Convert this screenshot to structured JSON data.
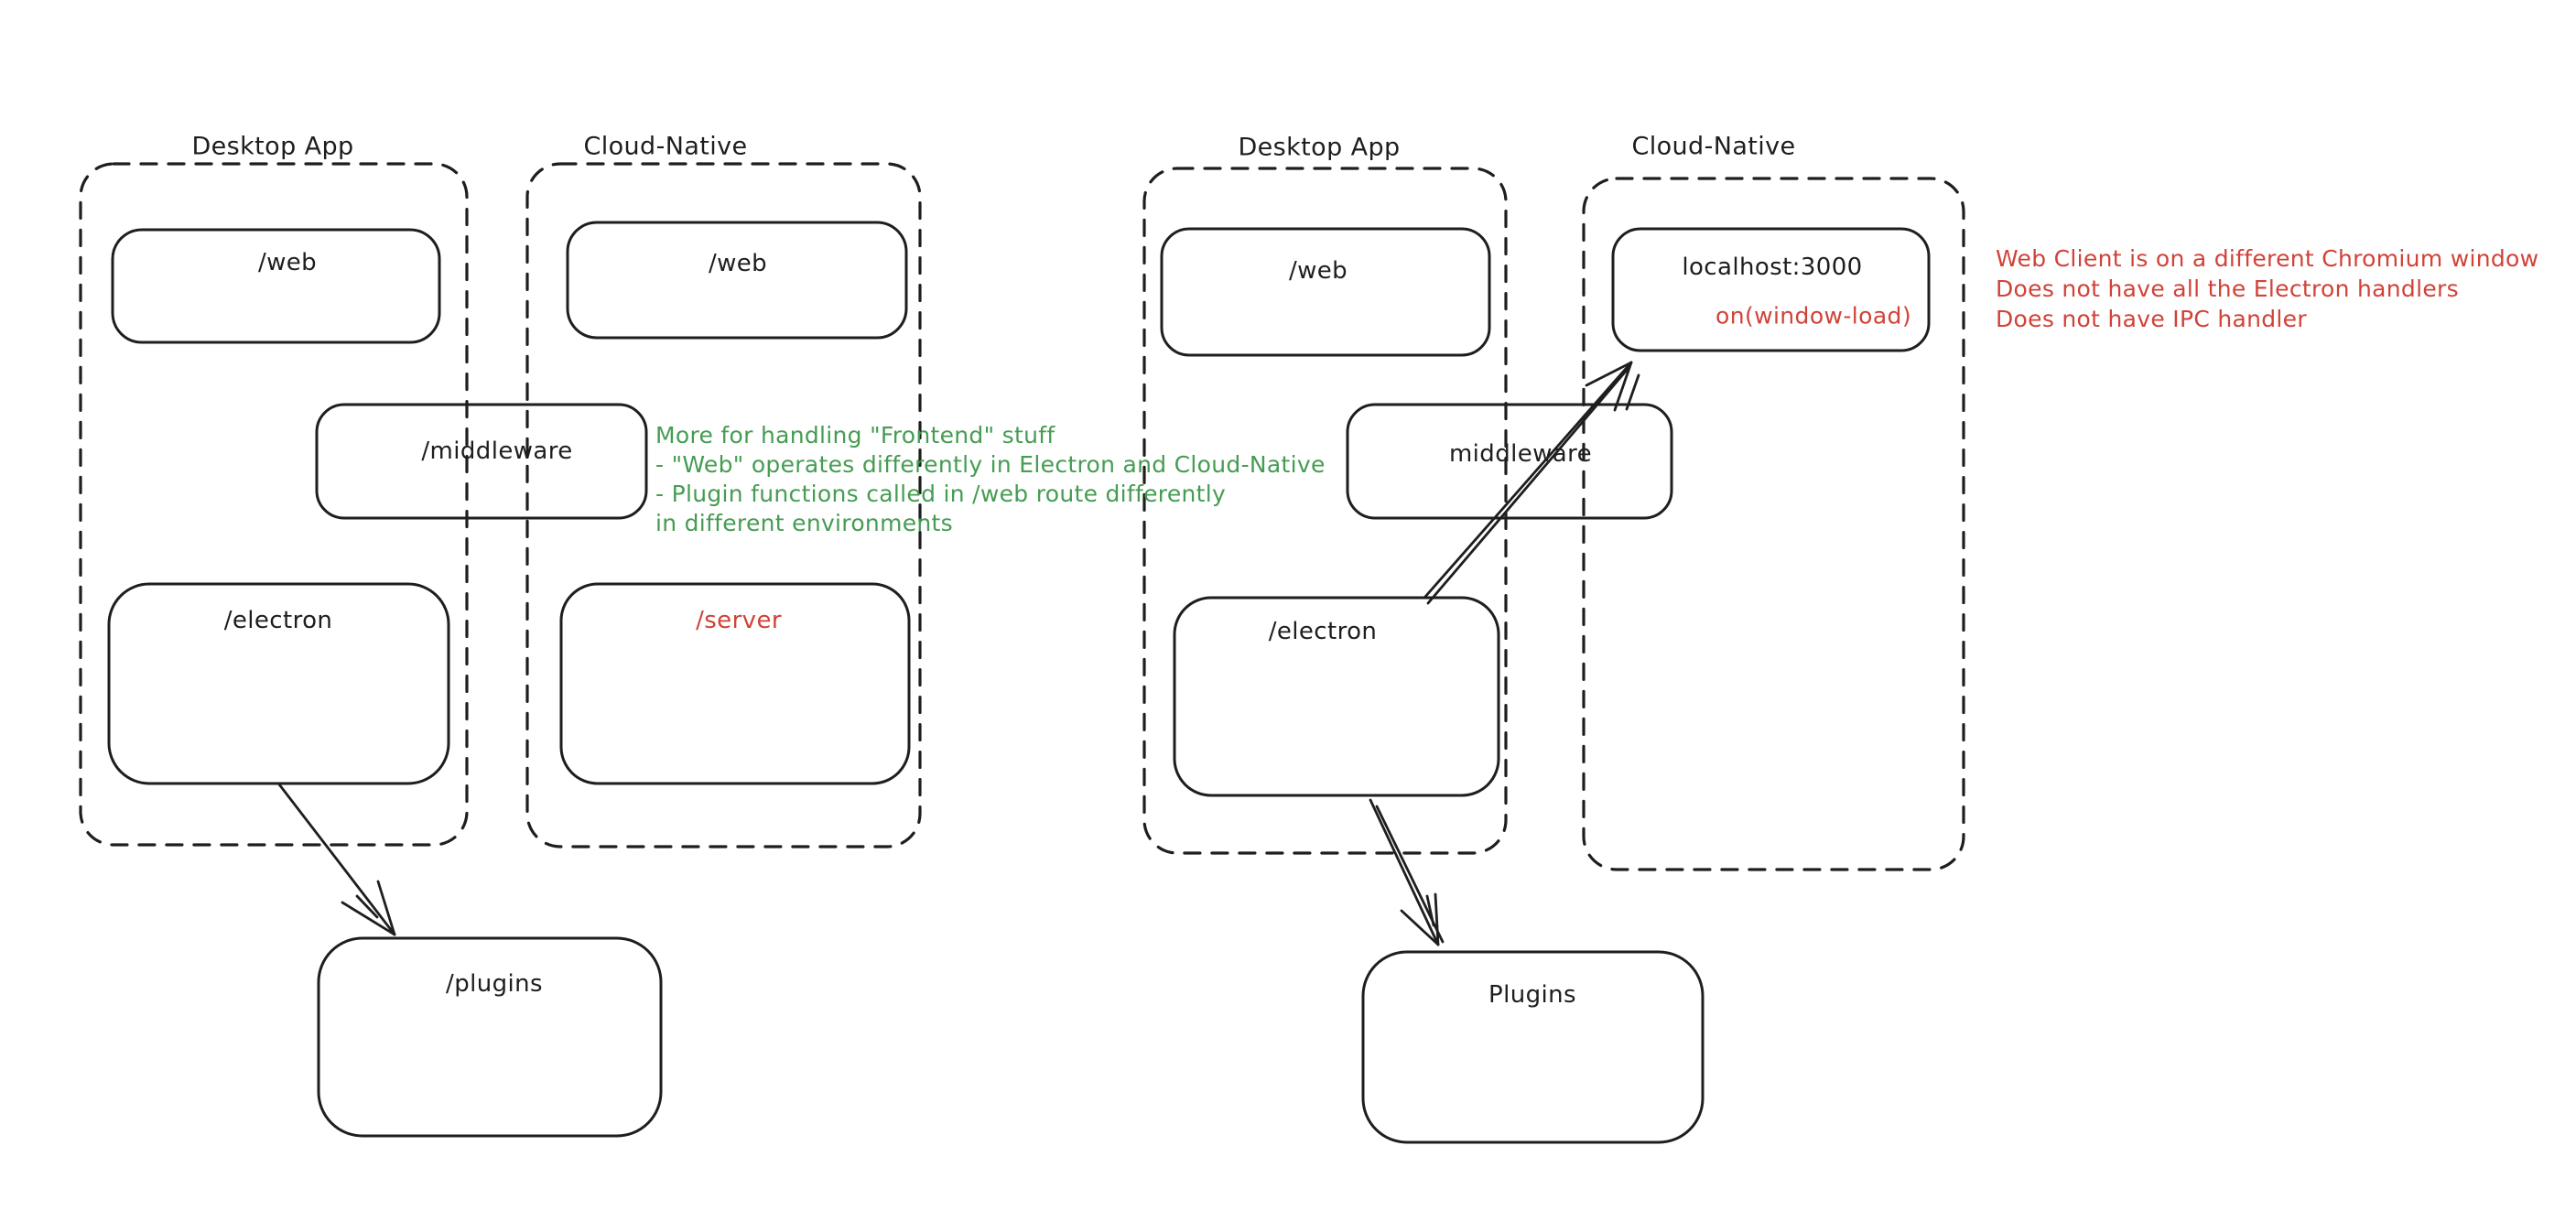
{
  "colors": {
    "bg": "#ffffff",
    "ink": "#1e1e1e",
    "red": "#d14238",
    "green": "#459c52"
  },
  "left_diagram": {
    "desktop_group_label": "Desktop App",
    "cloud_group_label": "Cloud-Native",
    "web_desktop_label": "/web",
    "web_cloud_label": "/web",
    "middleware_label": "/middleware",
    "electron_label": "/electron",
    "server_label": "/server",
    "plugins_label": "/plugins",
    "annotation_lines": [
      "More for handling \"Frontend\" stuff",
      "- \"Web\" operates differently in Electron and Cloud-Native",
      "- Plugin functions called in /web route differently",
      "in different environments"
    ]
  },
  "right_diagram": {
    "desktop_group_label": "Desktop App",
    "cloud_group_label": "Cloud-Native",
    "web_label": "/web",
    "localhost_label": "localhost:3000",
    "window_load_label": "on(window-load)",
    "middleware_label": "middleware",
    "electron_label": "/electron",
    "plugins_label": "Plugins",
    "annotation_lines": [
      "Web Client is on a different Chromium window",
      "Does not have all the Electron handlers",
      "Does not have IPC handler"
    ]
  }
}
